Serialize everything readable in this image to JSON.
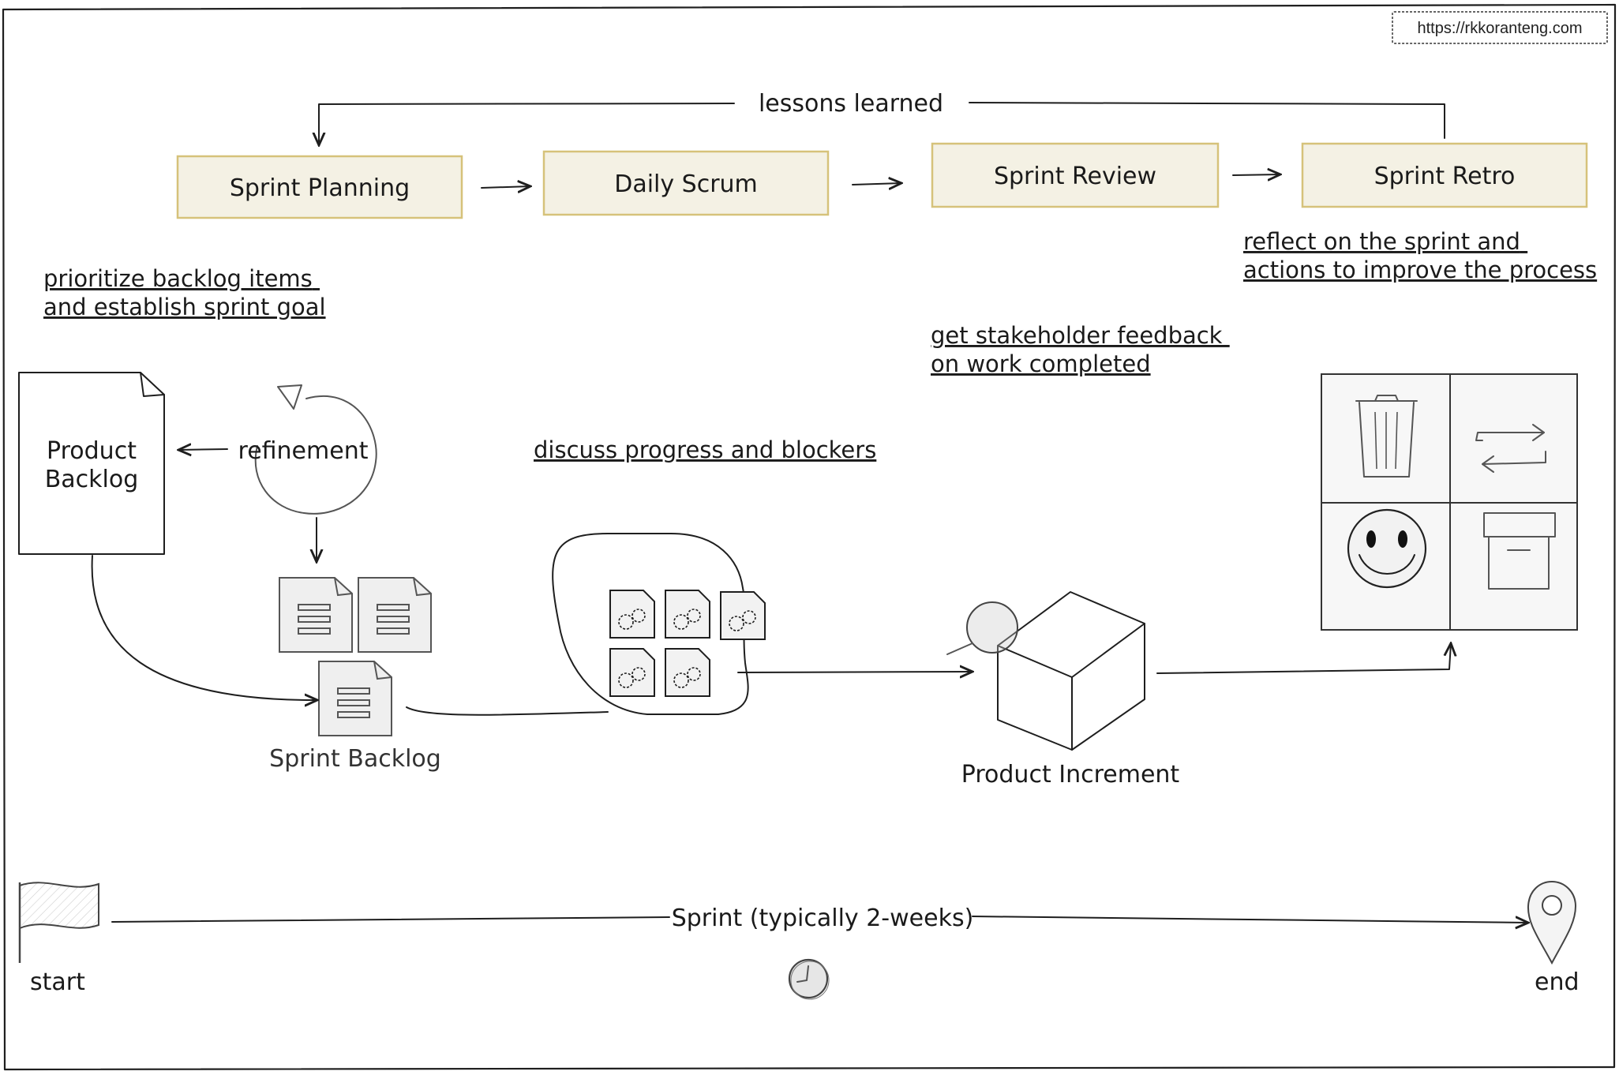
{
  "url_badge": "https://rkkoranteng.com",
  "feedback_label": "lessons learned",
  "phases": [
    {
      "label": "Sprint Planning"
    },
    {
      "label": "Daily Scrum"
    },
    {
      "label": "Sprint Review"
    },
    {
      "label": "Sprint Retro"
    }
  ],
  "notes": {
    "planning": [
      "prioritize backlog items",
      "and establish sprint goal"
    ],
    "daily": [
      "discuss progress and blockers"
    ],
    "review": [
      "get stakeholder feedback ",
      "on work completed"
    ],
    "retro": [
      "reflect on the sprint and",
      "actions to improve the process"
    ]
  },
  "artifacts": {
    "product_backlog": [
      "Product",
      "Backlog"
    ],
    "refinement": "refinement",
    "sprint_backlog": "Sprint Backlog",
    "product_increment": "Product Increment"
  },
  "icons": {
    "retro_grid": [
      "trash-icon",
      "swap-arrows-icon",
      "smiley-icon",
      "archive-box-icon"
    ],
    "timeline": [
      "start-flag-icon",
      "clock-icon",
      "location-pin-icon"
    ],
    "magnifier": "magnifier-icon"
  },
  "timeline": {
    "label": "Sprint (typically 2-weeks)",
    "start": "start",
    "end": "end"
  },
  "colors": {
    "phase_fill": "#f4f1e4",
    "phase_border": "#d6c27a",
    "ink": "#1e1e1e",
    "muted": "#555555"
  }
}
